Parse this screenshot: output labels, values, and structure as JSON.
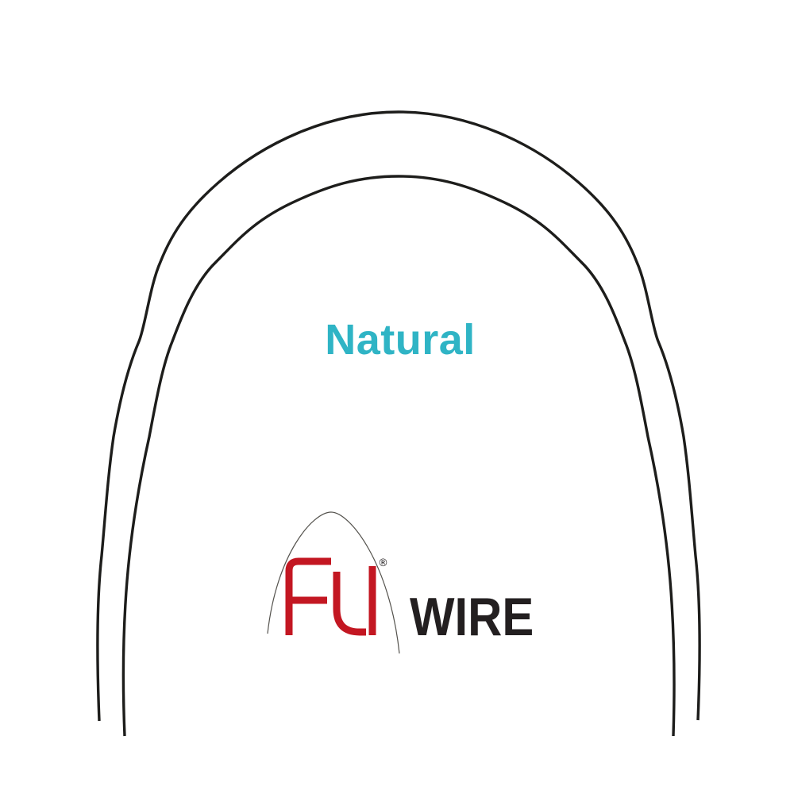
{
  "product_card": {
    "arch_form_label": "Natural",
    "colors": {
      "arch_line": "#1d1d1b",
      "label_teal": "#2fb4c5",
      "logo_red": "#c31722",
      "wire_dark": "#231f20",
      "background": "#ffffff"
    }
  },
  "logo": {
    "brand": "FLI",
    "registered_mark": "®",
    "product": "WIRE"
  }
}
